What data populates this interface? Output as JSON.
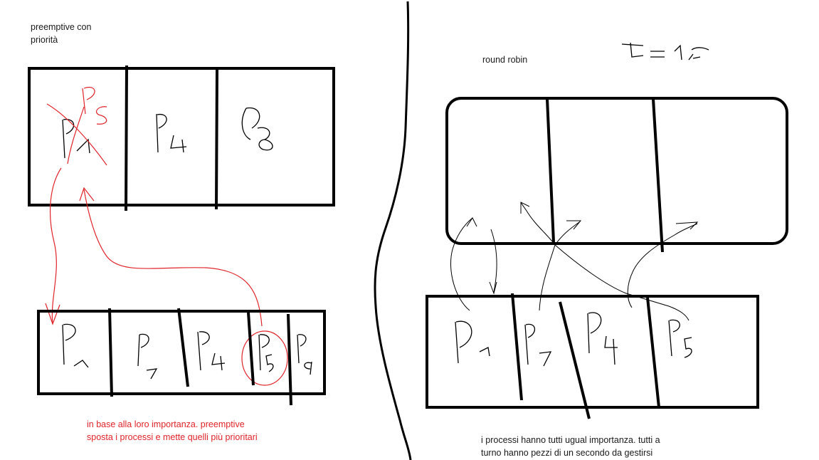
{
  "left": {
    "title": "preemptive con\npriorità",
    "note": "in base alla loro importanza. preemptive\nsposta i processi e mette quelli più prioritari",
    "top_row_labels": [
      "P1",
      "P4",
      "P8"
    ],
    "bottom_row_labels": [
      "P1",
      "P7",
      "P4",
      "P5",
      "P9"
    ]
  },
  "right": {
    "title": "round robin",
    "handwritten_label": "t = 1s",
    "note": "i processi hanno tutti ugual importanza. tutti a\nturno hanno pezzi di un secondo da gestirsi",
    "bottom_row_labels": [
      "P1",
      "P7",
      "P4",
      "P5"
    ]
  },
  "colors": {
    "ink": "#000000",
    "annotation": "#e0242a",
    "text": "#1a1a1a"
  }
}
